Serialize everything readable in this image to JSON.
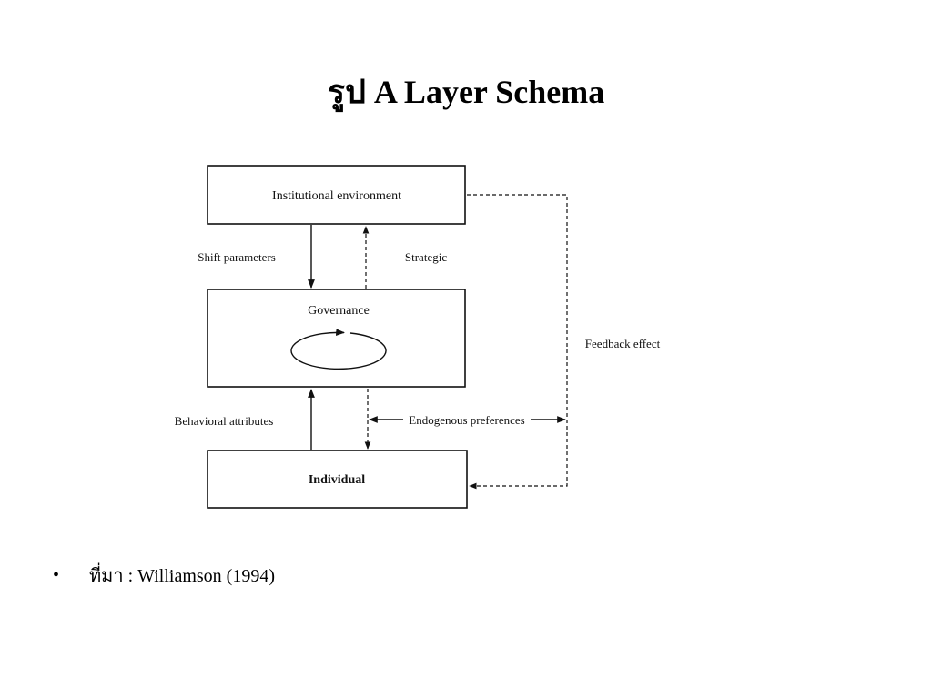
{
  "slide": {
    "title": "รูป A Layer Schema"
  },
  "diagram": {
    "boxes": {
      "institutional": "Institutional environment",
      "governance": "Governance",
      "individual": "Individual"
    },
    "labels": {
      "shift_parameters": "Shift parameters",
      "strategic": "Strategic",
      "behavioral_attributes": "Behavioral attributes",
      "endogenous_preferences": "Endogenous preferences",
      "feedback_effect": "Feedback effect"
    }
  },
  "source": {
    "bullet": "•",
    "text": "ที่มา : Williamson (1994)"
  }
}
